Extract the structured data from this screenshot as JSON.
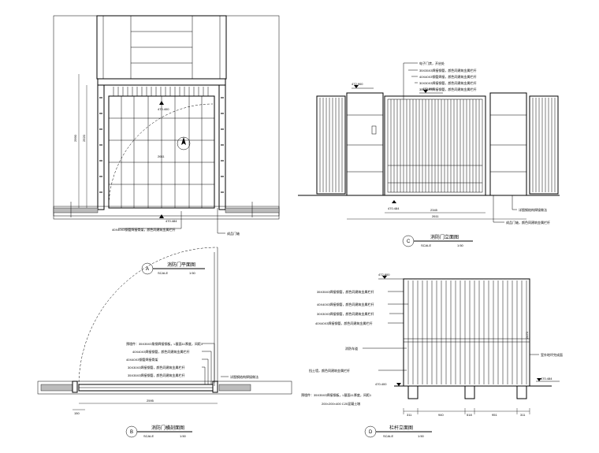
{
  "panel_a": {
    "marker": "A",
    "title": "消防门平面图",
    "scale_label": "SCALE",
    "scale_value": "1:50",
    "elev_top": "470.400",
    "elev_bottom": "470.484",
    "dim_width": "2611",
    "dim_height_1": "2990",
    "dim_height_2": "2520",
    "note_right": "成品门轴",
    "note_bottom": "40X40X3钢管焊接骨架，颜色同建筑金属栏杆"
  },
  "panel_b": {
    "marker": "B",
    "title": "消防门横剖面图",
    "scale_label": "SCALE",
    "scale_value": "1:50",
    "dim_total": "2595",
    "dim_left": "150",
    "notes_left": [
      "预埋件：35X35X3角钢焊接钢板，L截面11厚度，间距1",
      "40X40X3焊接钢管，颜色同建筑金属栏杆",
      "40X40X3钢管焊接骨架",
      "30X30X3焊接钢管，颜色同建筑金属栏杆",
      "35X35X3焊接钢管，颜色同建筑金属栏杆"
    ],
    "note_right": "详图钢结构焊接做法"
  },
  "panel_c": {
    "marker": "C",
    "title": "消防门立面图",
    "scale_label": "SCALE",
    "scale_value": "1:50",
    "elev_left": "472.900",
    "elev_gate": "472.800",
    "elev_ground": "470.484",
    "dim_mid": "2345",
    "dim_total": "2611",
    "notes_top": [
      "电子门禁，开启处",
      "35X35X3焊接钢管，颜色同建筑金属栏杆",
      "40X40X3钢管焊接，颜色同建筑金属栏杆",
      "30X30X3焊接钢管，颜色同建筑金属栏杆",
      "35X35X3焊接钢管，颜色同建筑金属栏杆"
    ],
    "notes_right": [
      "详图钢结构焊接做法",
      "成品门轴，颜色同建筑金属栏杆"
    ]
  },
  "panel_d": {
    "marker": "D",
    "title": "栏杆立面图",
    "scale_label": "SCALE",
    "scale_value": "1:50",
    "elev_top": "472.800",
    "elev_left_ground": "470.400",
    "elev_right_ground": "470.484",
    "dim_height": "2470",
    "dims_bottom": [
      "311",
      "940",
      "518",
      "951",
      "311"
    ],
    "notes_left": [
      "35X35X3焊接钢管，颜色同建筑金属栏杆",
      "40X40X3焊接钢管，颜色同建筑金属栏杆",
      "30X30X3焊接钢管，颜色同建筑金属栏杆",
      "40X40X3焊接钢管，颜色同建筑金属栏杆"
    ],
    "note_level": "消防车道",
    "note_footing": "挡土墙，颜色同建筑金属栏杆",
    "note_embed": "预埋件：35X35X3焊接钢板，L截面11厚度，间距1",
    "note_conc": "200×200×400 C20混凝土墩",
    "note_right": "室外地坪完成面"
  }
}
